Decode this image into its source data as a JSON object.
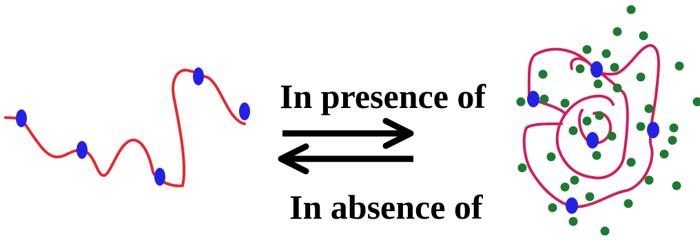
{
  "labels": {
    "forward": "In presence of",
    "reverse": "In absence of"
  },
  "colors": {
    "chain": "#e8262b",
    "folded_chain": "#d31d5a",
    "bead": "#2222e6",
    "ion": "#1e7a33",
    "arrow": "#000000"
  },
  "states": {
    "unfolded": {
      "bead_count": 5
    },
    "folded": {
      "bead_count": 5,
      "ion_count": 38
    }
  }
}
